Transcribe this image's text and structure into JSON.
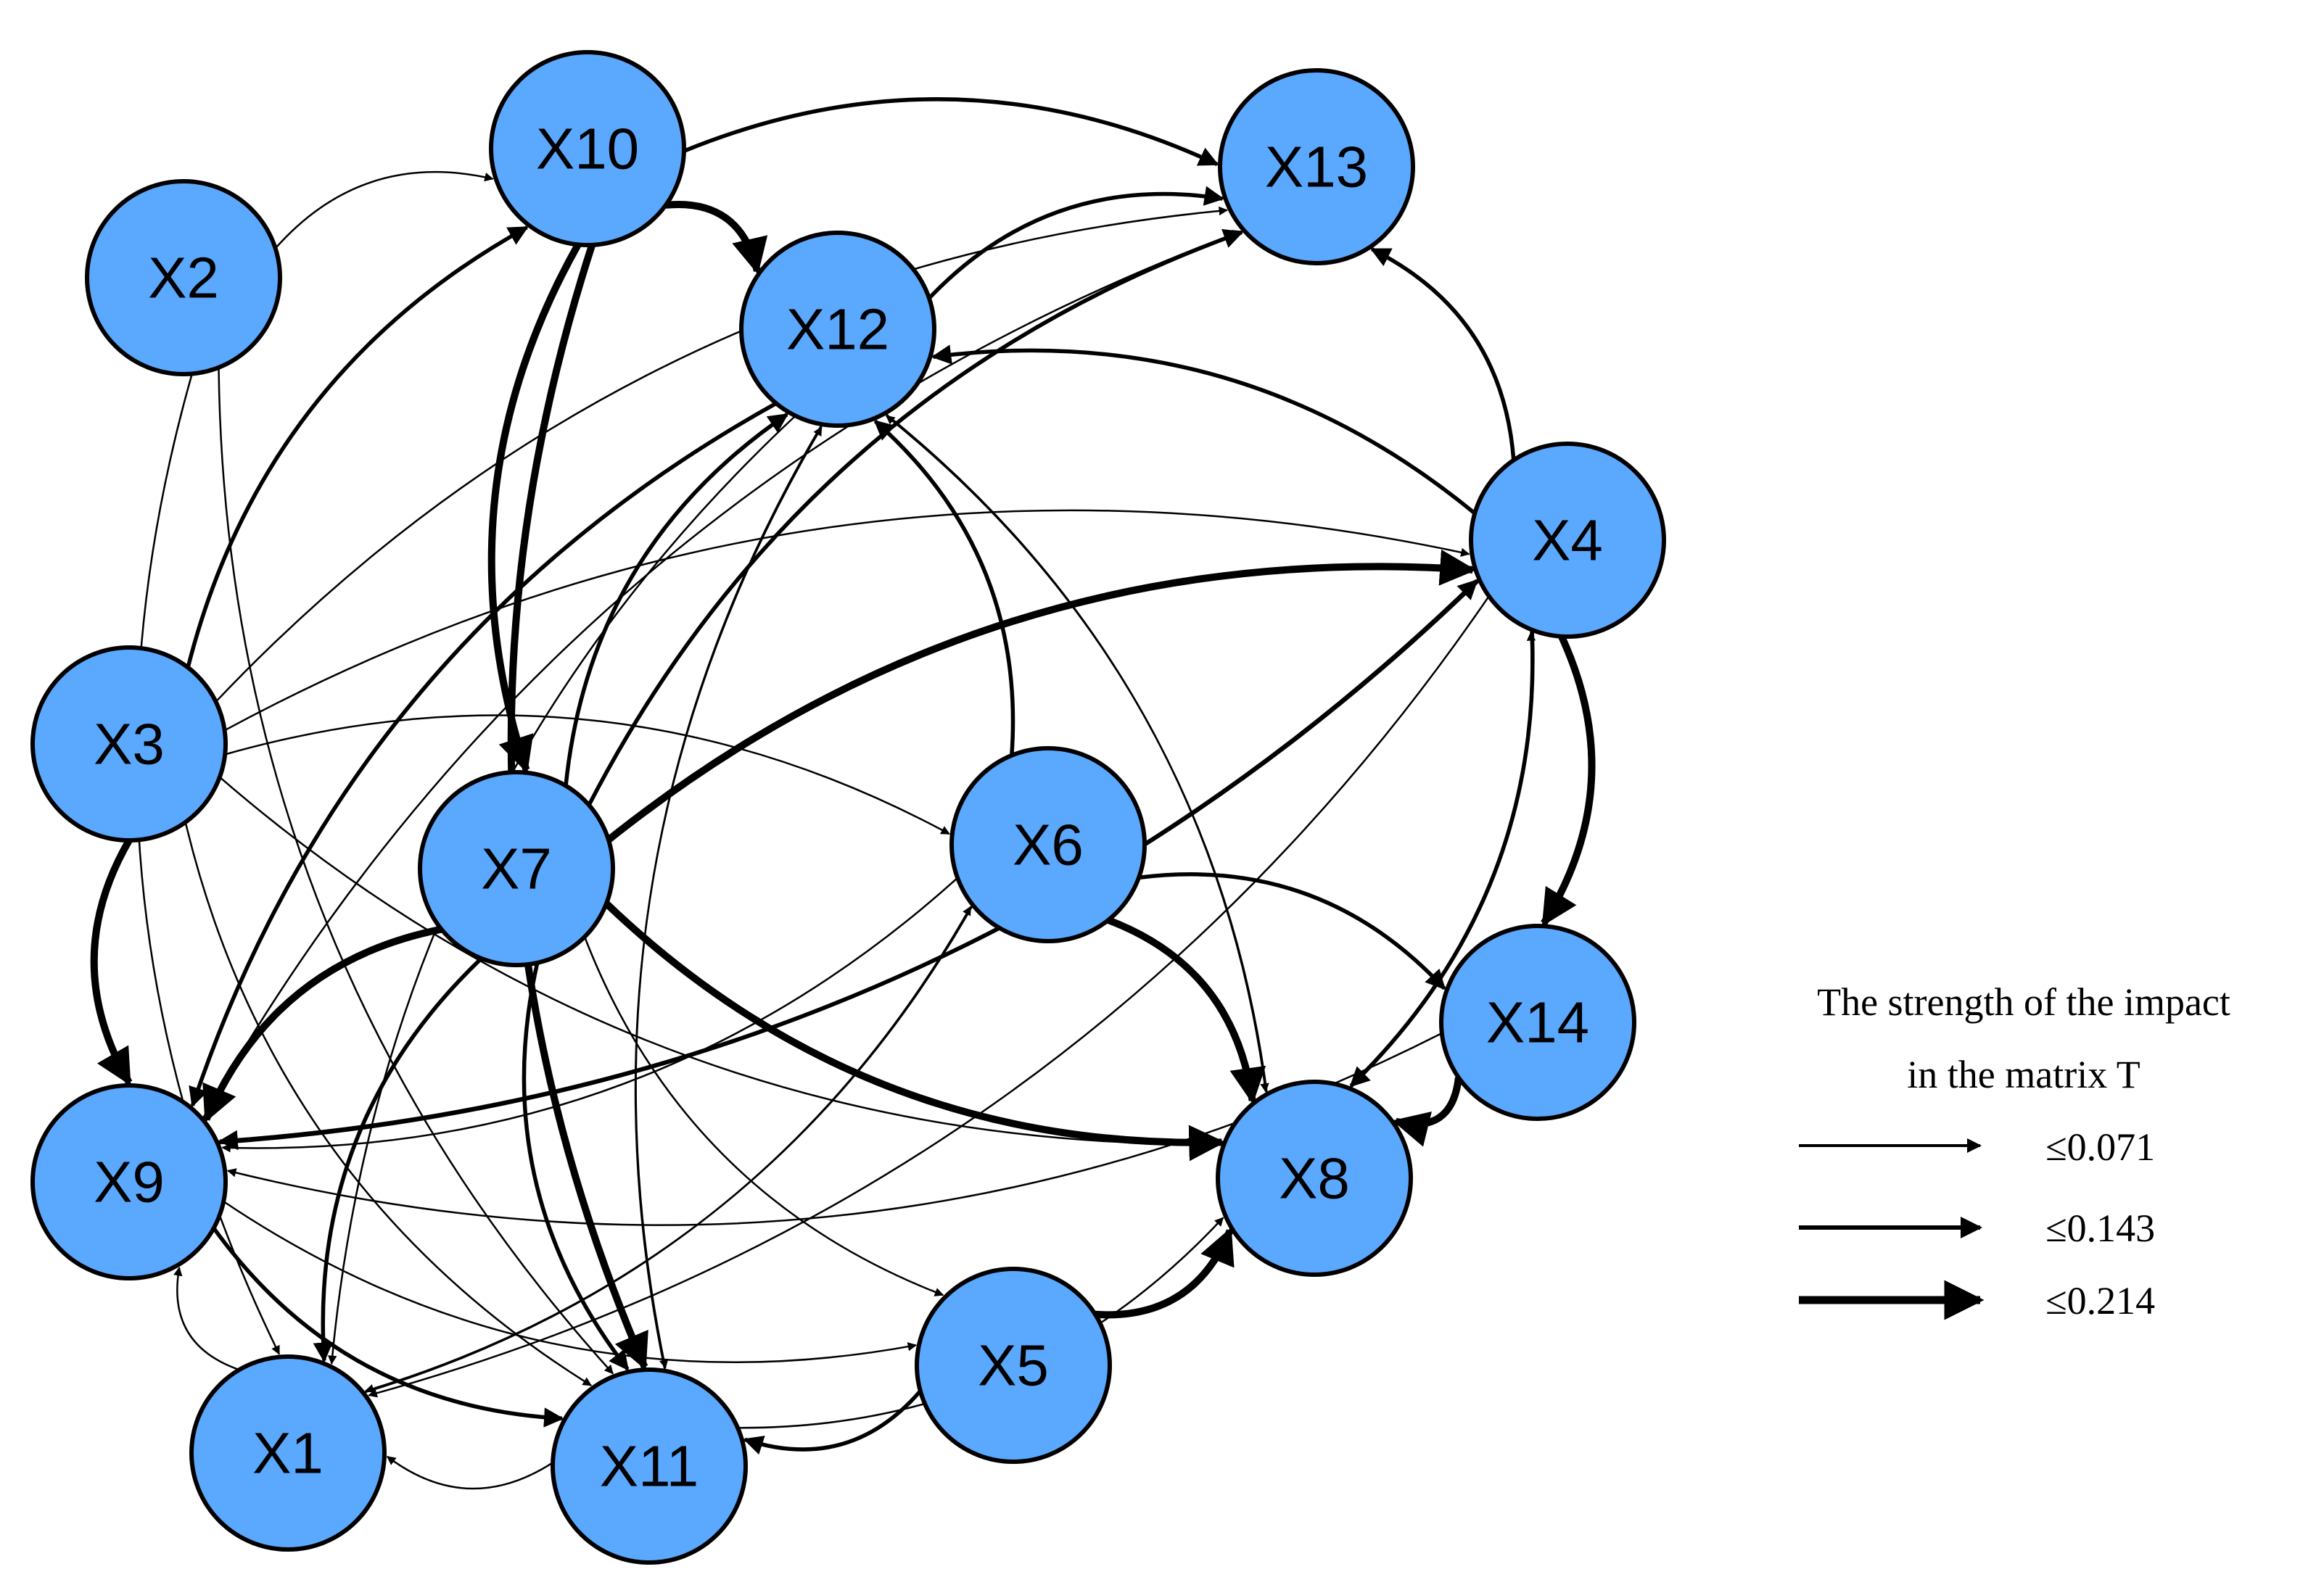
{
  "diagram": {
    "nodes": [
      {
        "id": "X1",
        "label": "X1"
      },
      {
        "id": "X2",
        "label": "X2"
      },
      {
        "id": "X3",
        "label": "X3"
      },
      {
        "id": "X4",
        "label": "X4"
      },
      {
        "id": "X5",
        "label": "X5"
      },
      {
        "id": "X6",
        "label": "X6"
      },
      {
        "id": "X7",
        "label": "X7"
      },
      {
        "id": "X8",
        "label": "X8"
      },
      {
        "id": "X9",
        "label": "X9"
      },
      {
        "id": "X10",
        "label": "X10"
      },
      {
        "id": "X11",
        "label": "X11"
      },
      {
        "id": "X12",
        "label": "X12"
      },
      {
        "id": "X13",
        "label": "X13"
      },
      {
        "id": "X14",
        "label": "X14"
      }
    ],
    "node_color": "#5BA8FF",
    "edges": [
      {
        "from": "X10",
        "to": "X12",
        "level": 3
      },
      {
        "from": "X10",
        "to": "X13",
        "level": 2
      },
      {
        "from": "X10",
        "to": "X11",
        "level": 3
      },
      {
        "from": "X10",
        "to": "X7",
        "level": 3
      },
      {
        "from": "X3",
        "to": "X10",
        "level": 2
      },
      {
        "from": "X3",
        "to": "X9",
        "level": 3
      },
      {
        "from": "X3",
        "to": "X13",
        "level": 1
      },
      {
        "from": "X3",
        "to": "X6",
        "level": 1
      },
      {
        "from": "X3",
        "to": "X8",
        "level": 1
      },
      {
        "from": "X3",
        "to": "X11",
        "level": 1
      },
      {
        "from": "X3",
        "to": "X4",
        "level": 1
      },
      {
        "from": "X2",
        "to": "X10",
        "level": 1
      },
      {
        "from": "X2",
        "to": "X11",
        "level": 1
      },
      {
        "from": "X2",
        "to": "X1",
        "level": 1
      },
      {
        "from": "X12",
        "to": "X13",
        "level": 2
      },
      {
        "from": "X7",
        "to": "X13",
        "level": 2
      },
      {
        "from": "X12",
        "to": "X9",
        "level": 2
      },
      {
        "from": "X7",
        "to": "X12",
        "level": 2
      },
      {
        "from": "X12",
        "to": "X8",
        "level": 1
      },
      {
        "from": "X12",
        "to": "X11",
        "level": 1
      },
      {
        "from": "X12",
        "to": "X1",
        "level": 1
      },
      {
        "from": "X4",
        "to": "X13",
        "level": 2
      },
      {
        "from": "X4",
        "to": "X12",
        "level": 2
      },
      {
        "from": "X7",
        "to": "X4",
        "level": 3
      },
      {
        "from": "X9",
        "to": "X4",
        "level": 2
      },
      {
        "from": "X4",
        "to": "X9",
        "level": 2
      },
      {
        "from": "X4",
        "to": "X8",
        "level": 2
      },
      {
        "from": "X4",
        "to": "X14",
        "level": 3
      },
      {
        "from": "X4",
        "to": "X1",
        "level": 1
      },
      {
        "from": "X6",
        "to": "X12",
        "level": 2
      },
      {
        "from": "X6",
        "to": "X8",
        "level": 3
      },
      {
        "from": "X6",
        "to": "X14",
        "level": 2
      },
      {
        "from": "X6",
        "to": "X9",
        "level": 1
      },
      {
        "from": "X6",
        "to": "X1",
        "level": 1
      },
      {
        "from": "X7",
        "to": "X8",
        "level": 3
      },
      {
        "from": "X7",
        "to": "X9",
        "level": 3
      },
      {
        "from": "X7",
        "to": "X11",
        "level": 2
      },
      {
        "from": "X7",
        "to": "X1",
        "level": 2
      },
      {
        "from": "X7",
        "to": "X5",
        "level": 1
      },
      {
        "from": "X14",
        "to": "X8",
        "level": 3
      },
      {
        "from": "X14",
        "to": "X9",
        "level": 1
      },
      {
        "from": "X9",
        "to": "X11",
        "level": 2
      },
      {
        "from": "X9",
        "to": "X5",
        "level": 1
      },
      {
        "from": "X9",
        "to": "X13",
        "level": 1
      },
      {
        "from": "X1",
        "to": "X9",
        "level": 1
      },
      {
        "from": "X1",
        "to": "X6",
        "level": 1
      },
      {
        "from": "X5",
        "to": "X8",
        "level": 3
      },
      {
        "from": "X5",
        "to": "X11",
        "level": 2
      },
      {
        "from": "X11",
        "to": "X1",
        "level": 1
      },
      {
        "from": "X11",
        "to": "X8",
        "level": 1
      },
      {
        "from": "X11",
        "to": "X12",
        "level": 1
      },
      {
        "from": "X8",
        "to": "X12",
        "level": 1
      },
      {
        "from": "X8",
        "to": "X4",
        "level": 1
      }
    ]
  },
  "legend": {
    "title_line1": "The strength of the impact",
    "title_line2": "in the matrix T",
    "items": [
      {
        "label": "≤0.071",
        "level": 1
      },
      {
        "label": "≤0.143",
        "level": 2
      },
      {
        "label": "≤0.214",
        "level": 3
      }
    ]
  }
}
